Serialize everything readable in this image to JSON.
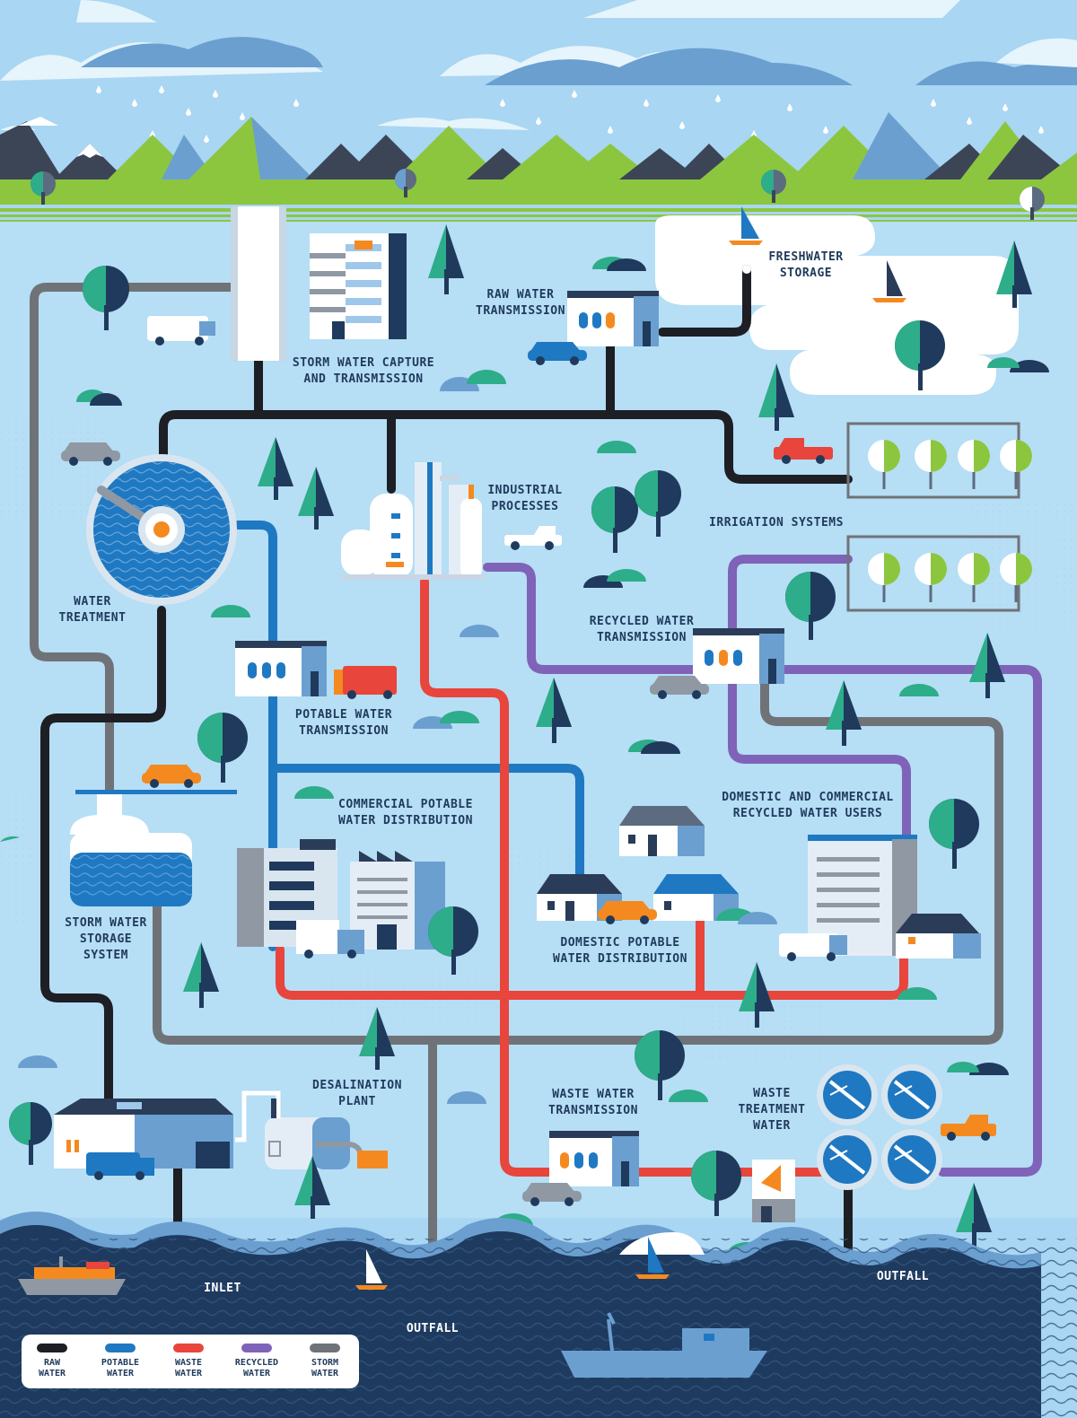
{
  "colors": {
    "raw": "#1d1f24",
    "potable": "#1f78c2",
    "waste": "#e8453c",
    "recycled": "#7f63b8",
    "storm": "#6f7378",
    "sky": "#a9d6f2",
    "sea": "#1e3a5f",
    "grass": "#8cc63f"
  },
  "labels": {
    "storm_capture": "STORM WATER CAPTURE\nAND TRANSMISSION",
    "raw_transmission": "RAW WATER\nTRANSMISSION",
    "freshwater": "FRESHWATER\nSTORAGE",
    "industrial": "INDUSTRIAL\nPROCESSES",
    "irrigation": "IRRIGATION SYSTEMS",
    "water_treatment": "WATER\nTREATMENT",
    "recycled_transmission": "RECYCLED WATER\nTRANSMISSION",
    "potable_transmission": "POTABLE WATER\nTRANSMISSION",
    "commercial_potable": "COMMERCIAL POTABLE\nWATER DISTRIBUTION",
    "domestic_recycled": "DOMESTIC AND COMMERCIAL\nRECYCLED WATER USERS",
    "storm_storage": "STORM WATER\nSTORAGE\nSYSTEM",
    "domestic_potable": "DOMESTIC POTABLE\nWATER DISTRIBUTION",
    "desalination": "DESALINATION\nPLANT",
    "waste_transmission": "WASTE  WATER\nTRANSMISSION",
    "waste_treatment": "WASTE\nTREATMENT\nWATER",
    "inlet": "INLET",
    "outfall_center": "OUTFALL",
    "outfall_right": "OUTFALL"
  },
  "legend": [
    {
      "label": "RAW\nWATER",
      "color": "#1d1f24"
    },
    {
      "label": "POTABLE\nWATER",
      "color": "#1f78c2"
    },
    {
      "label": "WASTE\nWATER",
      "color": "#e8453c"
    },
    {
      "label": "RECYCLED\nWATER",
      "color": "#7f63b8"
    },
    {
      "label": "STORM\nWATER",
      "color": "#6f7378"
    }
  ]
}
